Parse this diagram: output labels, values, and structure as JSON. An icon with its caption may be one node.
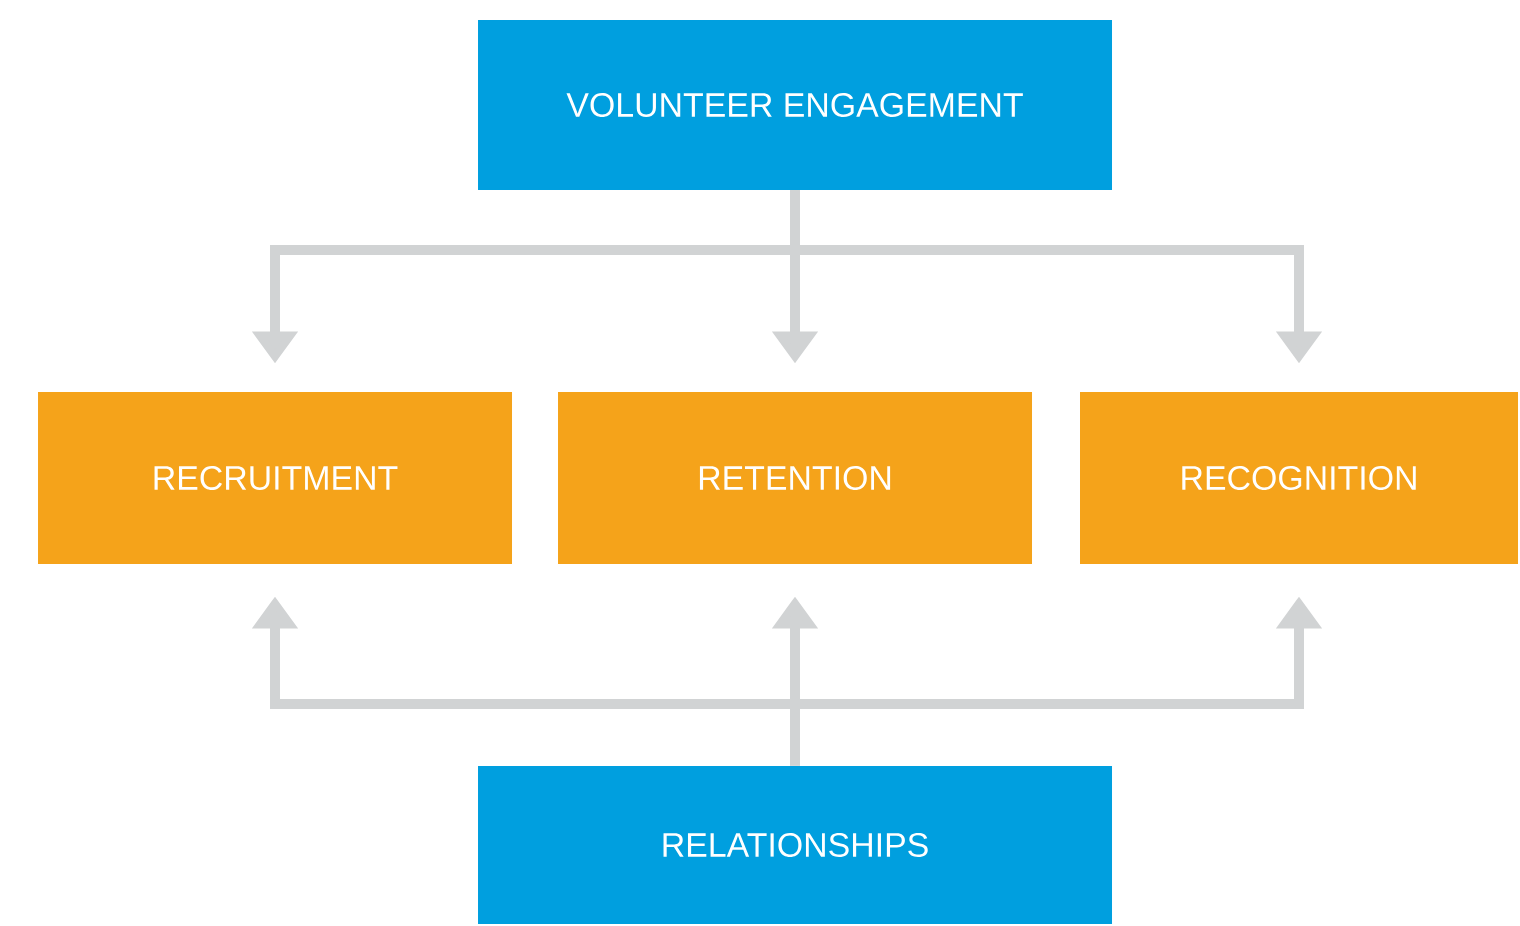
{
  "diagram": {
    "nodes": [
      {
        "text": [
          "VOLUNTEER ENGAGEMENT"
        ]
      },
      {
        "text": [
          "RECRUITMENT"
        ]
      },
      {
        "text": [
          "RETENTION"
        ]
      },
      {
        "text": [
          "RECOGNITION"
        ]
      },
      {
        "text": [
          "RELATIONSHIPS"
        ]
      }
    ],
    "edges": [
      {
        "from": 0,
        "to": 1,
        "arrow": "to"
      },
      {
        "from": 0,
        "to": 2,
        "arrow": "to"
      },
      {
        "from": 0,
        "to": 3,
        "arrow": "to"
      },
      {
        "from": 4,
        "to": 1,
        "arrow": "to"
      },
      {
        "from": 4,
        "to": 2,
        "arrow": "to"
      },
      {
        "from": 4,
        "to": 3,
        "arrow": "to"
      }
    ]
  }
}
